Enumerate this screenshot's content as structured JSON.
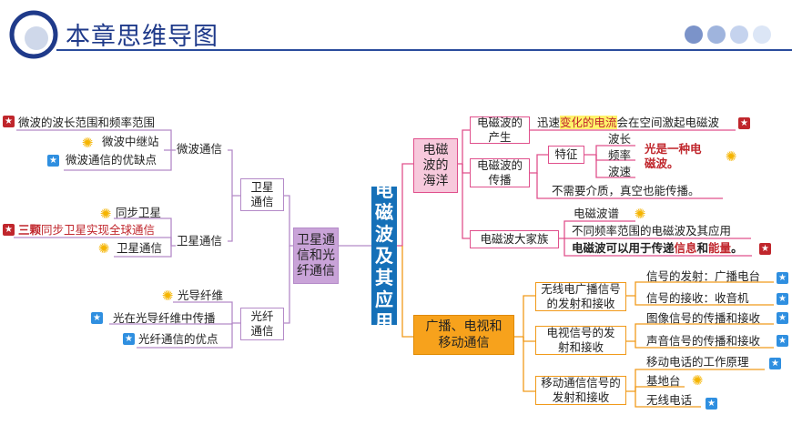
{
  "header": {
    "title": "本章思维导图",
    "dot_colors": [
      "#7b93c9",
      "#9fb4dd",
      "#c5d3ee",
      "#dce6f6"
    ]
  },
  "center": {
    "chars": [
      "电",
      "磁",
      "波",
      "及",
      "其",
      "应",
      "用"
    ]
  },
  "left": {
    "main": "卫星通信和光纤通信",
    "satellite": {
      "label": "卫星通信",
      "microwave": {
        "label": "微波通信",
        "items": [
          "微波的波长范围和频率范围",
          "微波中继站",
          "微波通信的优缺点"
        ]
      },
      "sat": {
        "label": "卫星通信",
        "items": [
          "同步卫星",
          "三颗同步卫星实现全球通信",
          "卫星通信"
        ],
        "highlight_prefix": "三颗"
      }
    },
    "fiber": {
      "label": "光纤通信",
      "items": [
        "光导纤维",
        "光在光导纤维中传播",
        "光纤通信的优点"
      ]
    }
  },
  "ocean": {
    "label": "电磁波的海洋",
    "produce": {
      "label": "电磁波的产生",
      "text_pre": "迅速",
      "text_hl": "变化的电流",
      "text_post": "会在空间激起电磁波"
    },
    "spread": {
      "label": "电磁波的传播",
      "feature": "特征",
      "features": [
        "波长",
        "频率",
        "波速"
      ],
      "light_note": "光是一种电磁波。",
      "medium": "不需要介质，真空也能传播。"
    },
    "family": {
      "label": "电磁波大家族",
      "items": [
        "电磁波谱",
        "不同频率范围的电磁波及其应用"
      ],
      "use_pre": "电磁波可以用于传递",
      "use_hl1": "信息",
      "use_mid": "和",
      "use_hl2": "能量",
      "use_post": "。"
    }
  },
  "broadcast": {
    "label": "广播、电视和移动通信",
    "radio": {
      "label": "无线电广播信号的发射和接收",
      "items": [
        "信号的发射：广播电台",
        "信号的接收：收音机"
      ]
    },
    "tv": {
      "label": "电视信号的发射和接收",
      "items": [
        "图像信号的传播和接收",
        "声音信号的传播和接收"
      ]
    },
    "mobile": {
      "label": "移动通信信号的发射和接收",
      "items": [
        "移动电话的工作原理",
        "基地台",
        "无线电话"
      ]
    }
  },
  "colors": {
    "purple": "#b48ac8",
    "pink": "#e0508c",
    "orange": "#f19a1a",
    "blue": "#1570b8",
    "red": "#c0262c"
  }
}
